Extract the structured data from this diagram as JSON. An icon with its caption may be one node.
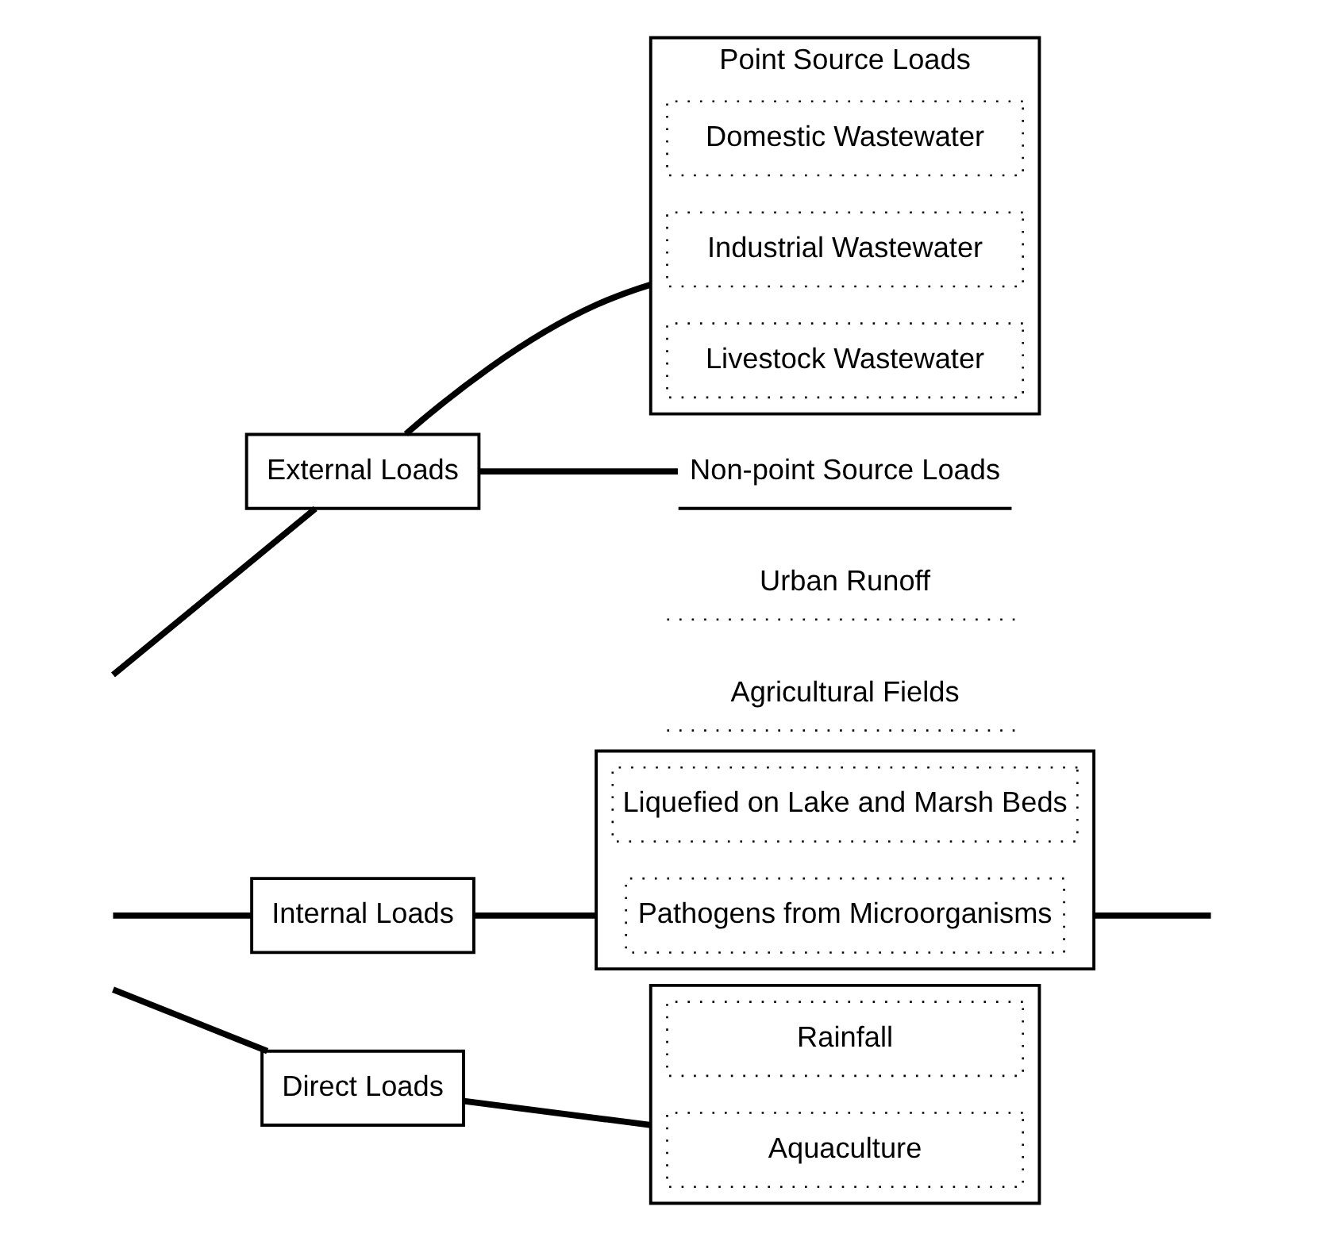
{
  "diagram": {
    "nodes": [
      {
        "text": [
          "External Loads"
        ]
      },
      {
        "text": [
          "Internal Loads"
        ]
      },
      {
        "text": [
          "Direct Loads"
        ]
      },
      {
        "text": [
          "Point Source Loads"
        ]
      },
      {
        "text": [
          "Domestic Wastewater"
        ],
        "in": 3
      },
      {
        "text": [
          "Industrial Wastewater"
        ],
        "in": 3
      },
      {
        "text": [
          "Livestock Wastewater"
        ],
        "in": 3
      },
      {
        "text": [
          "Non-point Source Loads"
        ]
      },
      {
        "text": [
          "Urban Runoff"
        ]
      },
      {
        "text": [
          "Agricultural Fields"
        ]
      },
      {
        "text": [],
        "shape": "box"
      },
      {
        "text": [
          "Liquefied on Lake and Marsh Beds"
        ],
        "in": 10
      },
      {
        "text": [
          "Pathogens from Microorganisms"
        ],
        "in": 10
      },
      {
        "text": [],
        "shape": "box"
      },
      {
        "text": [
          "Rainfall"
        ],
        "in": 13
      },
      {
        "text": [
          "Aquaculture"
        ],
        "in": 13
      }
    ],
    "edges": [
      {
        "from": null,
        "to": 0,
        "arrow": "none"
      },
      {
        "from": null,
        "to": 1,
        "arrow": "none"
      },
      {
        "from": null,
        "to": 2,
        "arrow": "none"
      },
      {
        "from": 0,
        "to": 3,
        "arrow": "none"
      },
      {
        "from": 0,
        "to": 7,
        "arrow": "none"
      },
      {
        "from": 1,
        "to": 10,
        "arrow": "none"
      },
      {
        "from": 10,
        "to": null,
        "arrow": "none"
      },
      {
        "from": 2,
        "to": 13,
        "arrow": "none"
      }
    ]
  }
}
